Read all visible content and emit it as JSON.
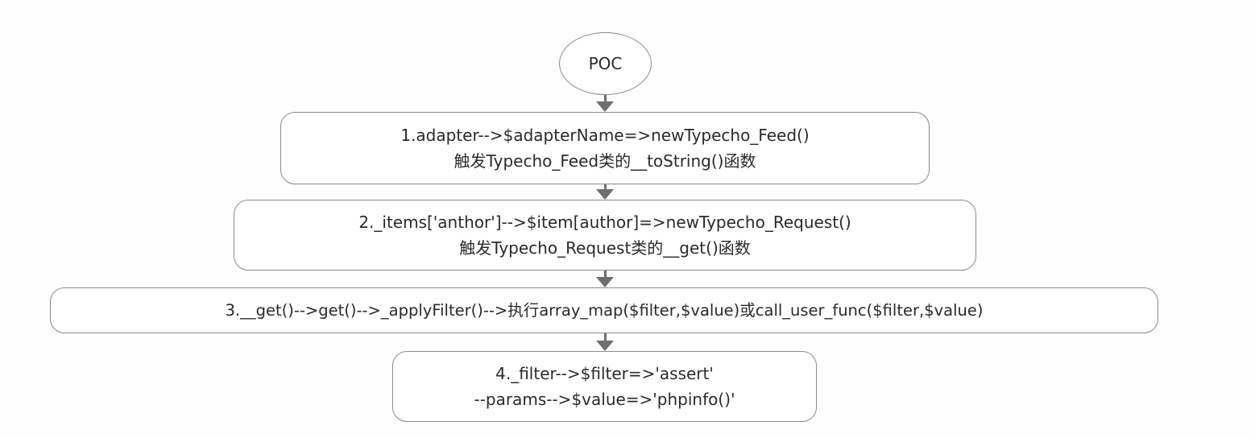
{
  "nodes": {
    "poc": {
      "label": "POC"
    },
    "step1": {
      "line1": "1.adapter-->$adapterName=>newTypecho_Feed()",
      "line2": "触发Typecho_Feed类的__toString()函数"
    },
    "step2": {
      "line1": "2._items['anthor']-->$item[author]=>newTypecho_Request()",
      "line2": "触发Typecho_Request类的__get()函数"
    },
    "step3": {
      "line1": "3.__get()-->get()-->_applyFilter()-->执行array_map($filter,$value)或call_user_func($filter,$value)"
    },
    "step4": {
      "line1": "4._filter-->$filter=>'assert'",
      "line2": "--params-->$value=>'phpinfo()'"
    }
  },
  "colors": {
    "border": "#8a8a8a",
    "arrow": "#6f6f6f",
    "text": "#2a2a2a",
    "background": "#ffffff"
  }
}
